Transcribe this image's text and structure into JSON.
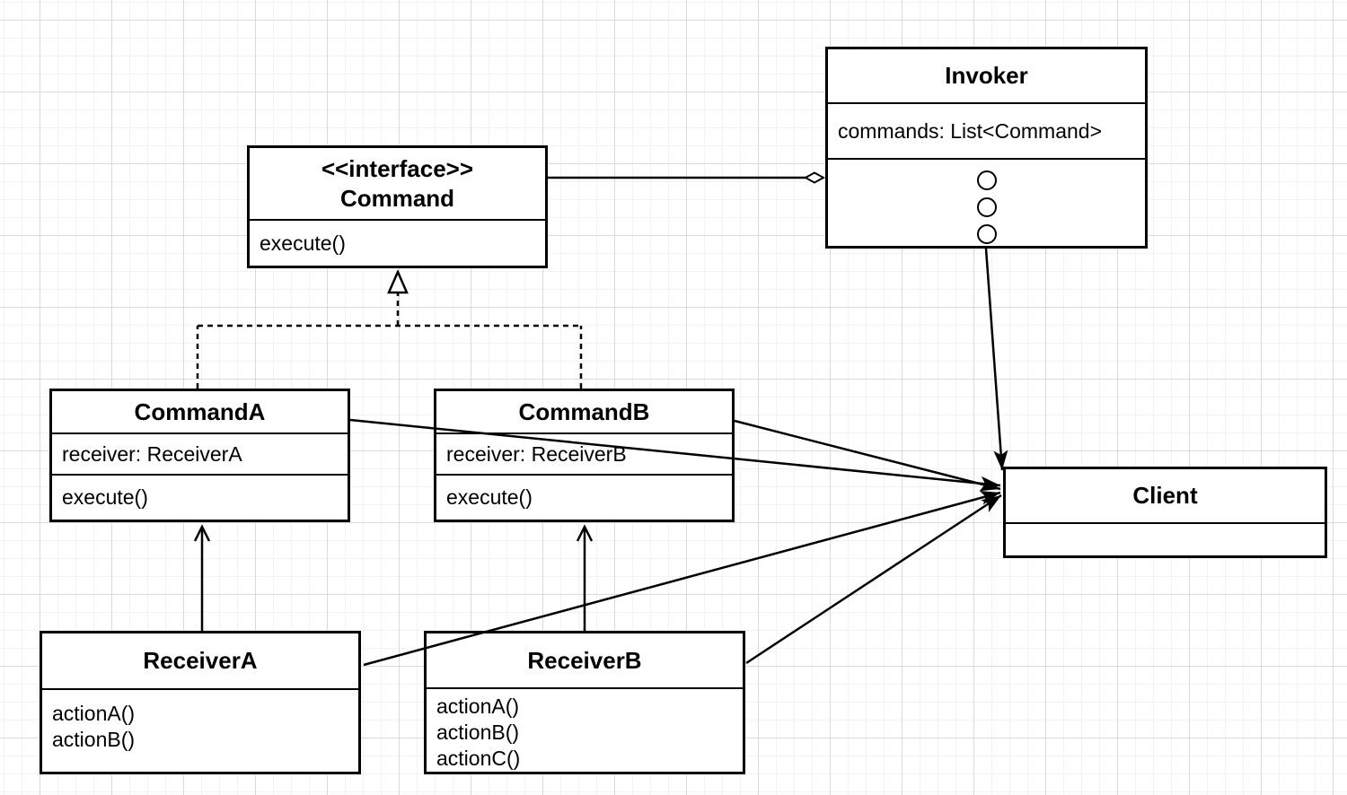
{
  "classes": {
    "invoker": {
      "name": "Invoker",
      "attributes": [
        "commands: List<Command>"
      ],
      "placeholder_circle_count": 3
    },
    "command": {
      "stereotype": "<<interface>>",
      "name": "Command",
      "methods": [
        "execute()"
      ]
    },
    "commandA": {
      "name": "CommandA",
      "attributes": [
        "receiver: ReceiverA"
      ],
      "methods": [
        "execute()"
      ]
    },
    "commandB": {
      "name": "CommandB",
      "attributes": [
        "receiver: ReceiverB"
      ],
      "methods": [
        "execute()"
      ]
    },
    "client": {
      "name": "Client"
    },
    "receiverA": {
      "name": "ReceiverA",
      "methods": [
        "actionA()",
        "actionB()"
      ]
    },
    "receiverB": {
      "name": "ReceiverB",
      "methods": [
        "actionA()",
        "actionB()",
        "actionC()"
      ]
    }
  },
  "edges": [
    {
      "name": "command-invoker-aggregation",
      "from": "command",
      "to": "invoker",
      "type": "aggregation",
      "points": [
        [
          610,
          198
        ],
        [
          917,
          198
        ]
      ],
      "marker": "diamond",
      "dashed": false
    },
    {
      "name": "realization-drop-commandA",
      "from": "commandA",
      "to": "command",
      "type": "realization",
      "points": [
        [
          220,
          433
        ],
        [
          220,
          363
        ]
      ],
      "marker": "none",
      "dashed": true
    },
    {
      "name": "realization-drop-commandB",
      "from": "commandB",
      "to": "command",
      "type": "realization",
      "points": [
        [
          647,
          433
        ],
        [
          647,
          363
        ]
      ],
      "marker": "none",
      "dashed": true
    },
    {
      "name": "realization-bus",
      "from": "commandA",
      "to": "commandB",
      "type": "realization",
      "points": [
        [
          220,
          363
        ],
        [
          647,
          363
        ]
      ],
      "marker": "none",
      "dashed": true
    },
    {
      "name": "realization-stem-to-command",
      "from": "bus",
      "to": "command",
      "type": "realization",
      "points": [
        [
          443,
          363
        ],
        [
          443,
          303
        ]
      ],
      "marker": "triangle",
      "dashed": true
    },
    {
      "name": "receiverA-to-commandA",
      "from": "receiverA",
      "to": "commandA",
      "type": "association",
      "points": [
        [
          225,
          703
        ],
        [
          225,
          587
        ]
      ],
      "marker": "open",
      "dashed": false
    },
    {
      "name": "receiverB-to-commandB",
      "from": "receiverB",
      "to": "commandB",
      "type": "association",
      "points": [
        [
          651,
          703
        ],
        [
          651,
          587
        ]
      ],
      "marker": "open",
      "dashed": false
    },
    {
      "name": "commandA-to-client",
      "from": "commandA",
      "to": "client",
      "type": "association",
      "points": [
        [
          390,
          468
        ],
        [
          1114,
          541
        ]
      ],
      "marker": "arrow",
      "dashed": false
    },
    {
      "name": "commandB-to-client",
      "from": "commandB",
      "to": "client",
      "type": "association",
      "points": [
        [
          818,
          469
        ],
        [
          1114,
          545
        ]
      ],
      "marker": "arrow",
      "dashed": false
    },
    {
      "name": "receiverA-to-client",
      "from": "receiverA",
      "to": "client",
      "type": "association",
      "points": [
        [
          405,
          741
        ],
        [
          1114,
          549
        ]
      ],
      "marker": "arrow",
      "dashed": false
    },
    {
      "name": "receiverB-to-client",
      "from": "receiverB",
      "to": "client",
      "type": "association",
      "points": [
        [
          831,
          739
        ],
        [
          1115,
          552
        ]
      ],
      "marker": "arrow",
      "dashed": false
    },
    {
      "name": "invoker-to-client",
      "from": "invoker",
      "to": "client",
      "type": "association",
      "points": [
        [
          1098,
          277
        ],
        [
          1116,
          524
        ]
      ],
      "marker": "arrow",
      "dashed": false
    }
  ],
  "colors": {
    "stroke": "#000000",
    "box_fill": "#ffffff",
    "text": "#000000",
    "grid_minor": "#f3f3f3",
    "grid_major": "#dadada",
    "canvas_bg": "#ffffff"
  }
}
